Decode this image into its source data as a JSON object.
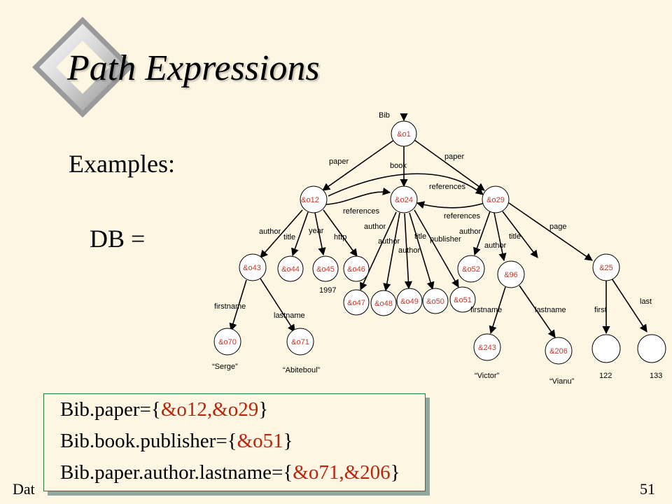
{
  "title": "Path Expressions",
  "examples_label": "Examples:",
  "db_label": "DB =",
  "footer": {
    "left": "Dat",
    "page": "51"
  },
  "queries": [
    {
      "prefix": "Bib.paper={",
      "items": "&o12,&o29",
      "suffix": "}"
    },
    {
      "prefix": "Bib.book.publisher={",
      "items": "&o51",
      "suffix": "}"
    },
    {
      "prefix": "Bib.paper.author.lastname={",
      "items": "&o71,&206",
      "suffix": "}"
    }
  ],
  "colors": {
    "node_label": "#c0392b",
    "box_border": "#2c7a3a",
    "background": "#fcf6e3"
  },
  "graph": {
    "root_label": "Bib",
    "nodes": {
      "o1": "&o1",
      "o12": "&o12",
      "o24": "&o24",
      "o29": "&o29",
      "o43": "&o43",
      "o44": "&o44",
      "o45": "&o45",
      "o46": "&o46",
      "o47": "&o47",
      "o48": "&o48",
      "o49": "&o49",
      "o50": "&o50",
      "o51": "&o51",
      "o52": "&o52",
      "n96": "&96",
      "n25": "&25",
      "o70": "&o70",
      "o71": "&o71",
      "n243": "&243",
      "n206": "&206"
    },
    "edges": {
      "paper_left": "paper",
      "paper_right": "paper",
      "book": "book",
      "references_top": "references",
      "references_mid": "references",
      "references_low": "references",
      "author_o43": "author",
      "title_o44": "title",
      "year_o45": "year",
      "http_o46": "http",
      "author_o47": "author",
      "author_o48": "author",
      "author_o49": "author",
      "title_o50": "title",
      "publisher_o51": "publisher",
      "author_o52": "author",
      "author_96": "author",
      "title_96": "title",
      "page_25": "page",
      "firstname_o70": "firstname",
      "lastname_o71": "lastname",
      "firstname_243": "firstname",
      "lastname_206": "lastname",
      "first_122": "first",
      "last_133": "last"
    },
    "values": {
      "year": "1997",
      "serge": "“Serge”",
      "abiteboul": "“Abiteboul”",
      "victor": "“Victor”",
      "vianu": "“Vianu”",
      "v122": "122",
      "v133": "133"
    }
  }
}
